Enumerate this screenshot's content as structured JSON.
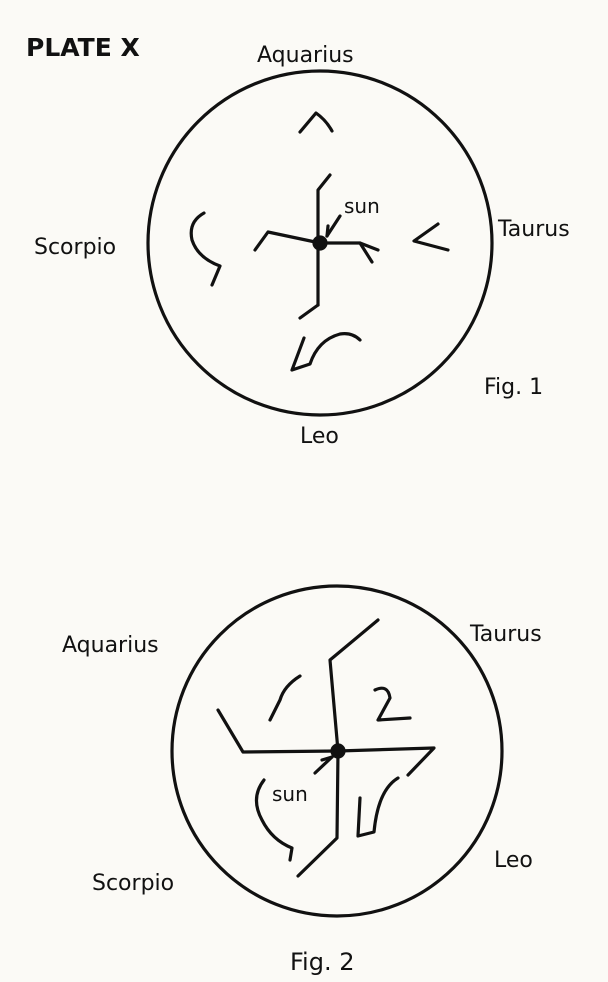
{
  "plate_title": "PLATE X",
  "fig1": {
    "caption": "Fig. 1",
    "label_top": "Aquarius",
    "label_left": "Scorpio",
    "label_right": "Taurus",
    "label_bottom": "Leo",
    "sun_label": "sun"
  },
  "fig2": {
    "caption": "Fig. 2",
    "label_top_left": "Aquarius",
    "label_top_right": "Taurus",
    "label_bottom_left": "Scorpio",
    "label_bottom_right": "Leo",
    "sun_label": "sun"
  },
  "colors": {
    "ink": "#111111",
    "paper": "#fbfaf6"
  }
}
